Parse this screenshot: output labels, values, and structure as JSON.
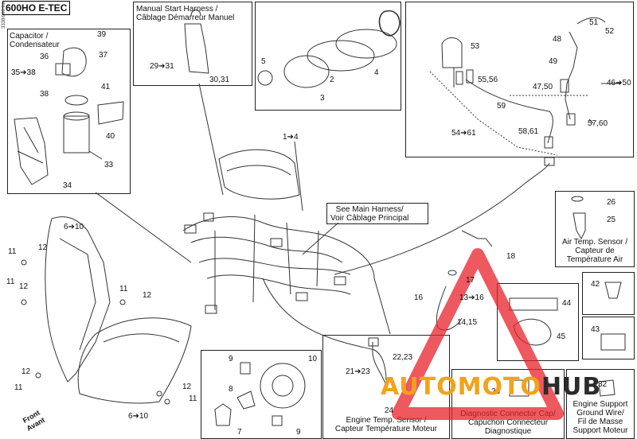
{
  "title": "600HO E-TEC",
  "doc_code": "3338i908 fra",
  "boxes": {
    "capacitor": "Capacitor /\nCondensateur",
    "manual_start": "Manual Start Harness /\nCâblage Démarreur Manuel",
    "main_harness": "See Main Harness/\nVoir Câblage Principal",
    "air_temp": "Air Temp. Sensor /\nCapteur de\nTempérature Air",
    "engine_temp": "Engine Temp. Sensor /\nCapteur Température Moteur",
    "diag": "Diagnostic Connector Cap/\nCapuchon Connecteur\nDiagnostique",
    "engine_support": "Engine Support\nGround Wire/\nFil de Masse\nSupport Moteur"
  },
  "callouts": {
    "c39": "39",
    "c36": "36",
    "c37": "37",
    "c35_38": "35➔38",
    "c41": "41",
    "c38": "38",
    "c40": "40",
    "c33": "33",
    "c34": "34",
    "c29_31": "29➔31",
    "c30_31": "30,31",
    "c5": "5",
    "c2": "2",
    "c3": "3",
    "c4": "4",
    "c1_4": "1➔4",
    "c53": "53",
    "c51": "51",
    "c52": "52",
    "c48": "48",
    "c49": "49",
    "c55_56": "55,56",
    "c47_50": "47,50",
    "c46_50": "46➔50",
    "c59": "59",
    "c54_61": "54➔61",
    "c58_61": "58,61",
    "c57_60": "57,60",
    "c26": "26",
    "c25": "25",
    "c6_10a": "6➔10",
    "c11a": "11",
    "c12a": "12",
    "c11b": "11",
    "c12b": "12",
    "c11c": "11",
    "c12c": "12",
    "c12d": "12",
    "c11d": "11",
    "c12e": "12",
    "c11e": "11",
    "c6_10b": "6➔10",
    "c18": "18",
    "c17": "17",
    "c16": "16",
    "c13_16": "13➔16",
    "c14_15": "14,15",
    "c44": "44",
    "c45": "45",
    "c42": "42",
    "c43": "43",
    "c9a": "9",
    "c10": "10",
    "c8": "8",
    "c7": "7",
    "c9b": "9",
    "c22_23": "22,23",
    "c21_23": "21➔23",
    "c24": "24",
    "c28": "28",
    "c32": "32"
  },
  "front": "Front\nAvant",
  "watermark": {
    "left": "AUTOMOTO",
    "right": "HUB",
    "left_color": "#f3a21c",
    "right_color": "#2b2b2b",
    "triangle_color": "#e8202a"
  }
}
